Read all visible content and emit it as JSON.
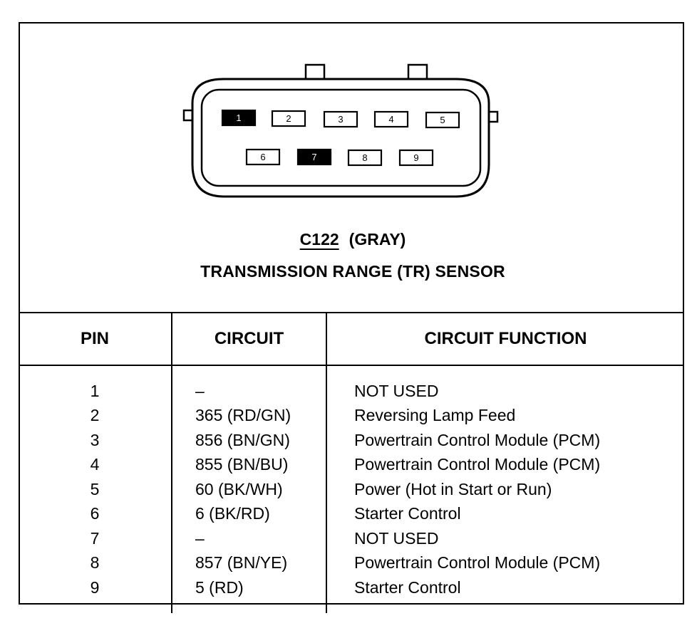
{
  "connector": {
    "id": "C122",
    "color": "(GRAY)",
    "name": "TRANSMISSION RANGE (TR) SENSOR",
    "cavities": [
      {
        "label": "1",
        "filled": true
      },
      {
        "label": "2",
        "filled": false
      },
      {
        "label": "3",
        "filled": false
      },
      {
        "label": "4",
        "filled": false
      },
      {
        "label": "5",
        "filled": false
      },
      {
        "label": "6",
        "filled": false
      },
      {
        "label": "7",
        "filled": true
      },
      {
        "label": "8",
        "filled": false
      },
      {
        "label": "9",
        "filled": false
      }
    ]
  },
  "table": {
    "headers": {
      "pin": "PIN",
      "circuit": "CIRCUIT",
      "function": "CIRCUIT FUNCTION"
    },
    "rows": [
      {
        "pin": "1",
        "circuit": "–",
        "function": "NOT USED"
      },
      {
        "pin": "2",
        "circuit": "365 (RD/GN)",
        "function": "Reversing Lamp Feed"
      },
      {
        "pin": "3",
        "circuit": "856 (BN/GN)",
        "function": "Powertrain Control Module (PCM)"
      },
      {
        "pin": "4",
        "circuit": "855 (BN/BU)",
        "function": "Powertrain Control Module (PCM)"
      },
      {
        "pin": "5",
        "circuit": "60 (BK/WH)",
        "function": "Power (Hot in Start or Run)"
      },
      {
        "pin": "6",
        "circuit": "6 (BK/RD)",
        "function": "Starter Control"
      },
      {
        "pin": "7",
        "circuit": "–",
        "function": "NOT USED"
      },
      {
        "pin": "8",
        "circuit": "857 (BN/YE)",
        "function": "Powertrain Control Module (PCM)"
      },
      {
        "pin": "9",
        "circuit": "5 (RD)",
        "function": "Starter Control"
      }
    ]
  }
}
